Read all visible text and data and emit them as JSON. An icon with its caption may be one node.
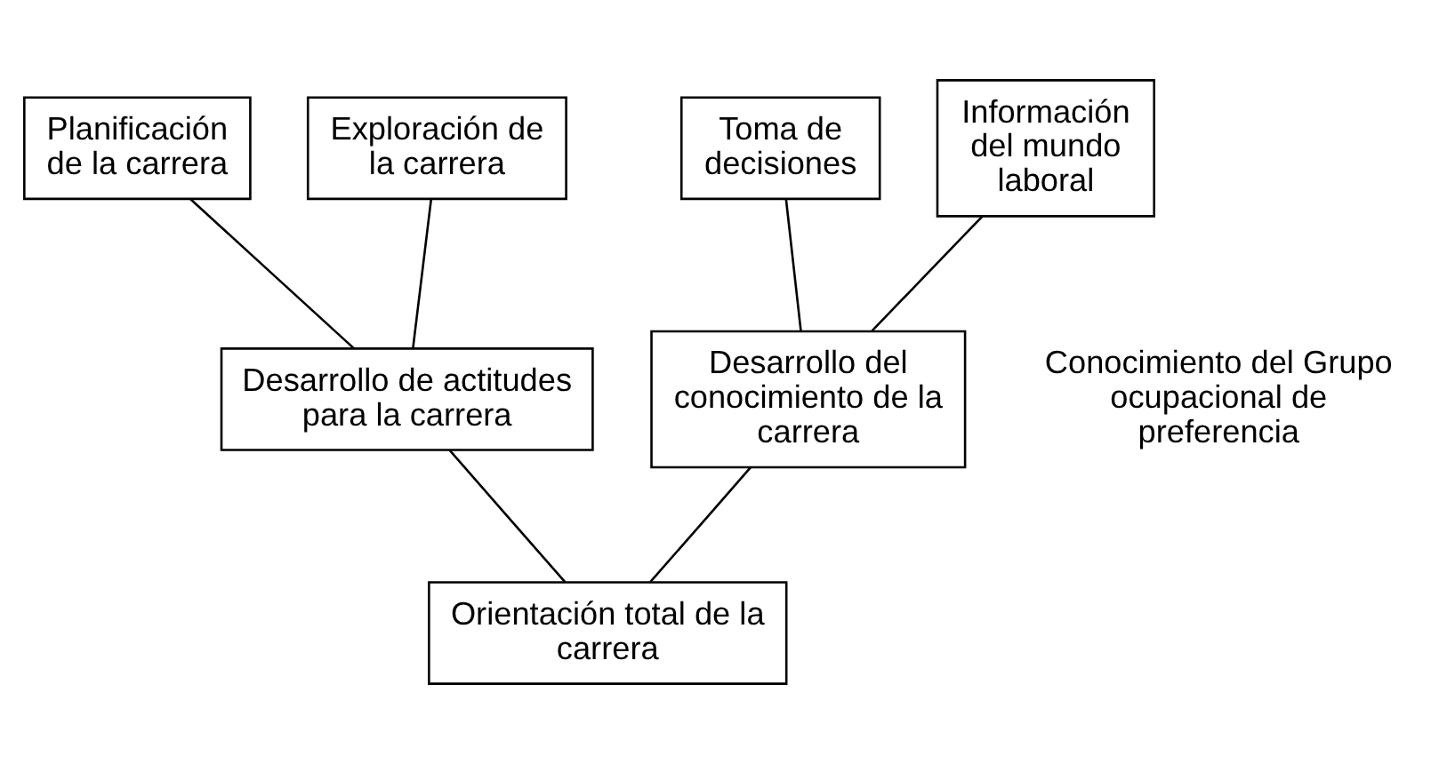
{
  "diagram": {
    "nodes": [
      {
        "text": [
          "Planificación de la carrera"
        ]
      },
      {
        "text": [
          "Exploración de la carrera"
        ]
      },
      {
        "text": [
          "Toma de decisiones"
        ]
      },
      {
        "text": [
          "Información del mundo laboral"
        ]
      },
      {
        "text": [
          "Desarrollo de actitudes para la carrera"
        ]
      },
      {
        "text": [
          "Desarrollo del conocimiento de la carrera"
        ]
      },
      {
        "text": [
          "Orientación total de la carrera"
        ]
      }
    ],
    "edges": [
      {
        "from": 0,
        "to": 4,
        "arrow": "none"
      },
      {
        "from": 1,
        "to": 4,
        "arrow": "none"
      },
      {
        "from": 2,
        "to": 5,
        "arrow": "none"
      },
      {
        "from": 3,
        "to": 5,
        "arrow": "none"
      },
      {
        "from": 4,
        "to": 6,
        "arrow": "none"
      },
      {
        "from": 5,
        "to": 6,
        "arrow": "none"
      }
    ],
    "labels": [
      "Conocimiento del Grupo ocupacional de preferencia"
    ]
  }
}
